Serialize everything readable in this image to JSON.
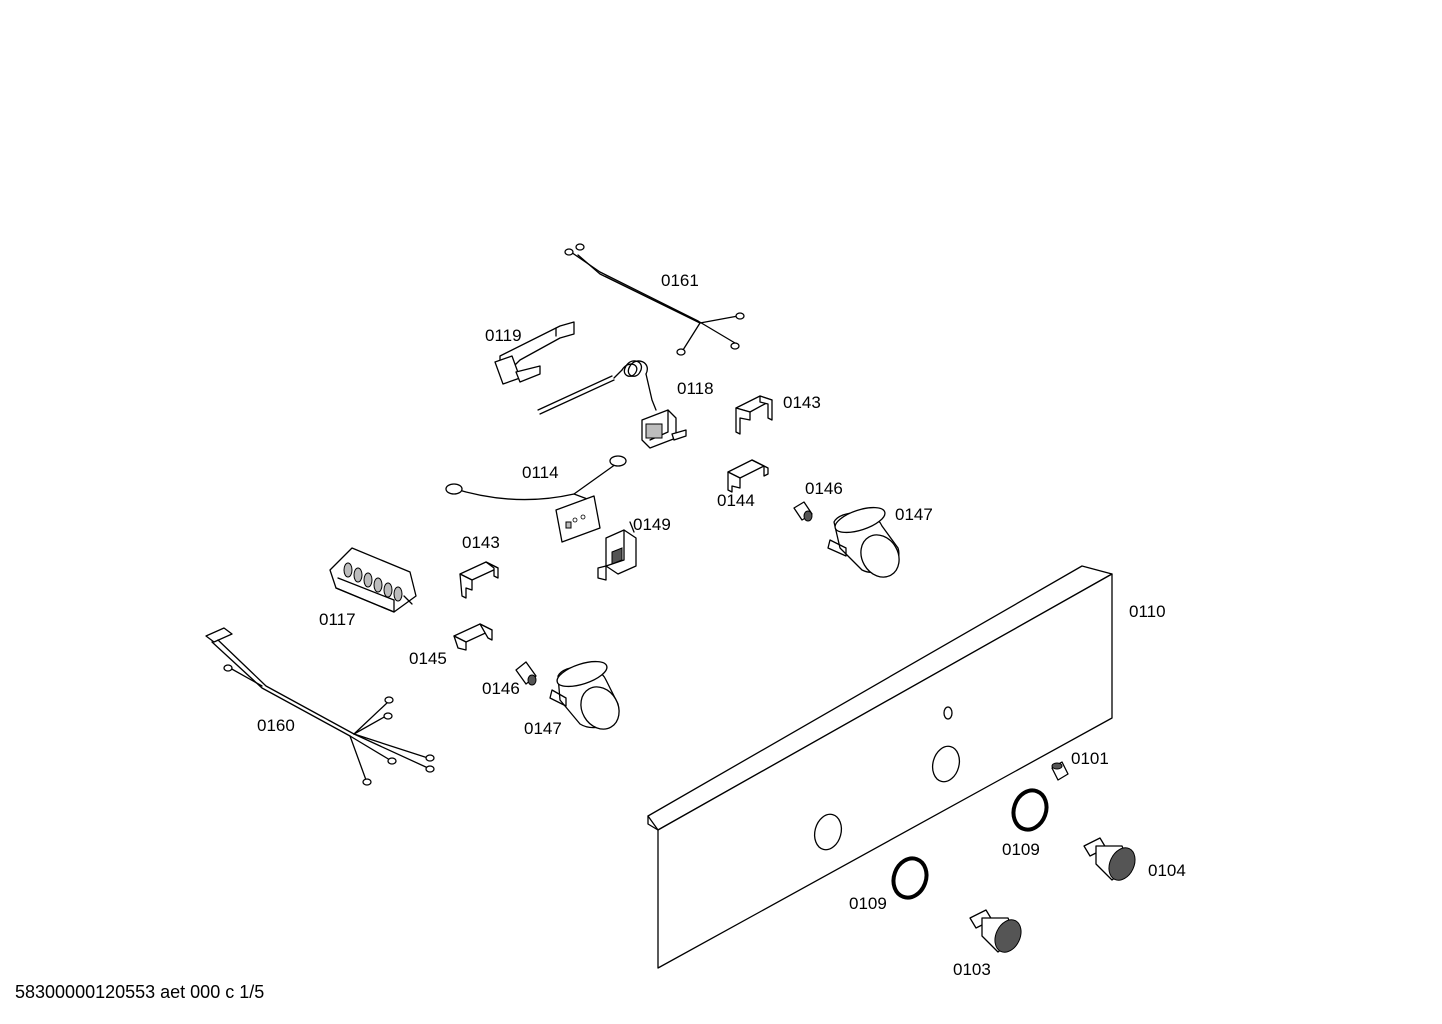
{
  "labels": {
    "p0161": "0161",
    "p0119": "0119",
    "p0118": "0118",
    "p0143a": "0143",
    "p0114": "0114",
    "p0144": "0144",
    "p0146a": "0146",
    "p0147a": "0147",
    "p0149": "0149",
    "p0143b": "0143",
    "p0117": "0117",
    "p0110": "0110",
    "p0145": "0145",
    "p0160": "0160",
    "p0146b": "0146",
    "p0147b": "0147",
    "p0101": "0101",
    "p0109a": "0109",
    "p0104": "0104",
    "p0109b": "0109",
    "p0103": "0103"
  },
  "footer": "58300000120553 aet 000 c 1/5"
}
